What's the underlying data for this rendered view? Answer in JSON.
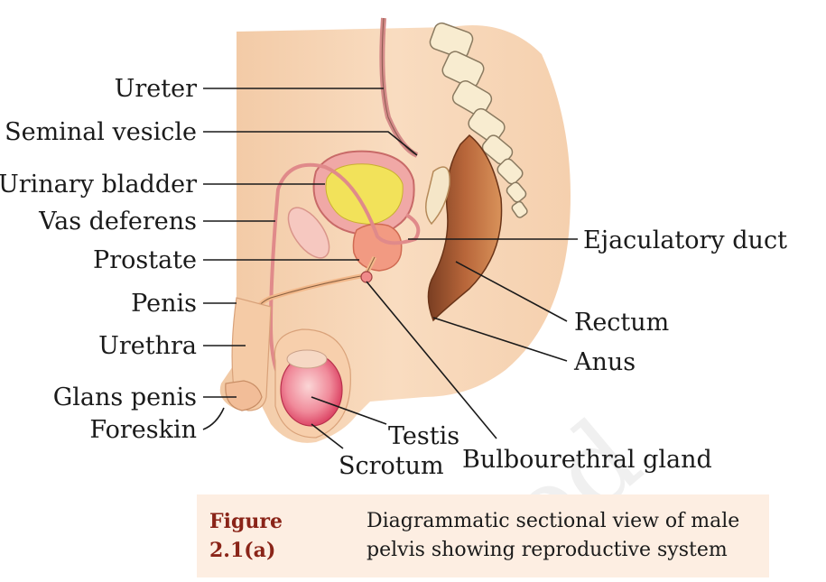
{
  "labels": {
    "ureter": "Ureter",
    "seminal_vesicle": "Seminal vesicle",
    "urinary_bladder": "Urinary bladder",
    "vas_deferens": "Vas deferens",
    "prostate": "Prostate",
    "penis": "Penis",
    "urethra": "Urethra",
    "glans_penis": "Glans penis",
    "foreskin": "Foreskin",
    "testis": "Testis",
    "scrotum": "Scrotum",
    "bulbourethral_gland": "Bulbourethral gland",
    "ejaculatory_duct": "Ejaculatory duct",
    "rectum": "Rectum",
    "anus": "Anus"
  },
  "caption": {
    "label": "Figure 2.1(a)",
    "text": "Diagrammatic sectional view of male pelvis showing reproductive system"
  },
  "watermark": "ed",
  "colors": {
    "skin": "#f7d6b4",
    "skin_dark": "#eec19a",
    "bladder_fill": "#f2e25a",
    "bladder_wall": "#e58a88",
    "rectum": "#a85a2e",
    "testis": "#e85c7a",
    "caption_bg": "#fdeee2"
  }
}
